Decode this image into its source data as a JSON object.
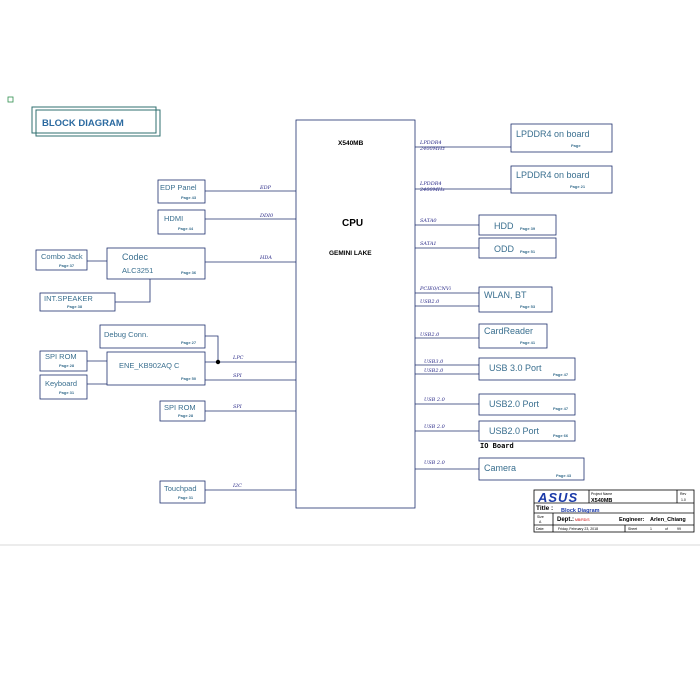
{
  "diagram": {
    "title": "BLOCK DIAGRAM",
    "cpu": {
      "model": "X540MB",
      "name": "CPU",
      "platform": "GEMINI LAKE"
    },
    "blocks": {
      "lpddr4_a": {
        "label": "LPDDR4 on board",
        "page": "Page"
      },
      "lpddr4_b": {
        "label": "LPDDR4 on board",
        "page": "Page 21"
      },
      "edp": {
        "label": "EDP Panel",
        "page": "Page 43"
      },
      "hdmi": {
        "label": "HDMI",
        "page": "Page 44"
      },
      "combo_jack": {
        "label": "Combo Jack",
        "page": "Page 37"
      },
      "codec": {
        "label": "Codec",
        "chip": "ALC3251",
        "page": "Page 36"
      },
      "speaker": {
        "label": "INT.SPEAKER",
        "page": "Page 38"
      },
      "debug": {
        "label": "Debug Conn.",
        "page": "Page 27"
      },
      "spi_rom_ec": {
        "label": "SPI ROM",
        "page": "Page 28"
      },
      "ec": {
        "label": "ENE_KB902AQ C",
        "page": "Page 50"
      },
      "keyboard": {
        "label": "Keyboard",
        "page": "Page 31"
      },
      "spi_rom": {
        "label": "SPI ROM",
        "page": "Page 28"
      },
      "touchpad": {
        "label": "Touchpad",
        "page": "Page 31"
      },
      "hdd": {
        "label": "HDD",
        "page": "Page 39"
      },
      "odd": {
        "label": "ODD",
        "page": "Page 51"
      },
      "wlan": {
        "label": "WLAN, BT",
        "page": "Page 53"
      },
      "cardreader": {
        "label": "CardReader",
        "page": "Page 41"
      },
      "usb3": {
        "label": "USB 3.0 Port",
        "page": "Page 47"
      },
      "usb2a": {
        "label": "USB2.0 Port",
        "page": "Page 47"
      },
      "usb2b": {
        "label": "USB2.0 Port",
        "page": "Page 66"
      },
      "camera": {
        "label": "Camera",
        "page": "Page 43"
      }
    },
    "buses": {
      "lpddr4_a": "LPDDR4",
      "lpddr4_a_speed": "2400MHz",
      "lpddr4_b": "LPDDR4",
      "lpddr4_b_speed": "2400MHz",
      "edp": "EDP",
      "ddi0": "DDI0",
      "hda": "HDA",
      "lpc": "LPC",
      "spi_ec": "SPI",
      "spi": "SPI",
      "i2c": "I2C",
      "sata0": "SATA0",
      "sata1": "SATA1",
      "pcie0": "PCIE0/CNVi",
      "usb20_wlan": "USB2.0",
      "usb20_cr": "USB2.0",
      "usb30": "USB3.0",
      "usb20_usb3": "USB2.0",
      "usb20_a": "USB 2.0",
      "usb20_b": "USB 2.0",
      "usb20_cam": "USB 2.0"
    },
    "io_board": "IO Board"
  },
  "title_block": {
    "logo": "ASUS",
    "project_label": "Project Name",
    "project": "X540MB",
    "rev_label": "Rev",
    "rev": "1.0",
    "title_label": "Title :",
    "title": "Block Diagram",
    "size_label": "Size",
    "size": "A",
    "dept_label": "Dept.:",
    "dept": "MB/RD/S",
    "engineer_label": "Engineer:",
    "engineer": "Arlen_Chiang",
    "date_label": "Date:",
    "date": "Friday, February 23, 2018",
    "sheet_label": "Sheet",
    "sheet": "1",
    "of_label": "of",
    "sheets": "99"
  },
  "colors": {
    "line": "#1f2f6e",
    "text": "#3a6f8f",
    "bus": "#2a2a88",
    "dept": "#cc0000",
    "title": "#1b3aa8"
  }
}
